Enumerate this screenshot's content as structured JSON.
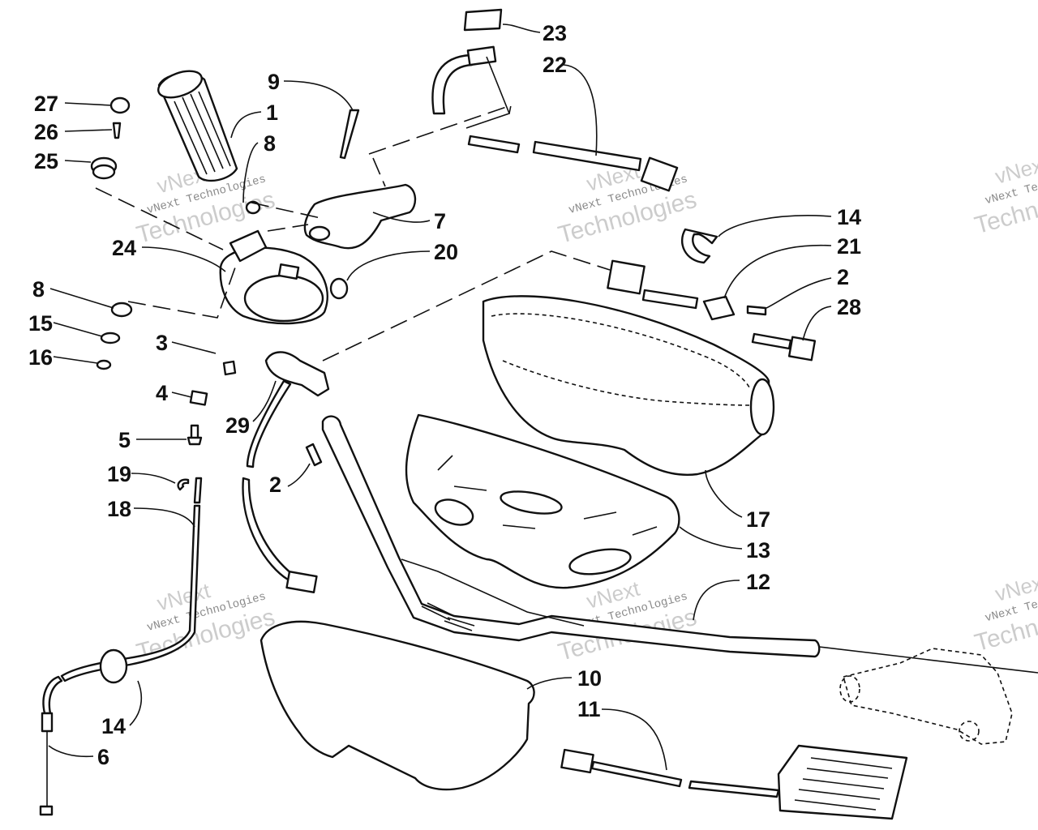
{
  "watermark": {
    "line1": "vNext",
    "line2": "vNext Technologies",
    "line3": "Technologies"
  },
  "callouts": [
    {
      "id": "c1",
      "text": "1"
    },
    {
      "id": "c2a",
      "text": "2"
    },
    {
      "id": "c2b",
      "text": "2"
    },
    {
      "id": "c3",
      "text": "3"
    },
    {
      "id": "c4",
      "text": "4"
    },
    {
      "id": "c5",
      "text": "5"
    },
    {
      "id": "c6",
      "text": "6"
    },
    {
      "id": "c7",
      "text": "7"
    },
    {
      "id": "c8a",
      "text": "8"
    },
    {
      "id": "c8b",
      "text": "8"
    },
    {
      "id": "c9",
      "text": "9"
    },
    {
      "id": "c10",
      "text": "10"
    },
    {
      "id": "c11",
      "text": "11"
    },
    {
      "id": "c12",
      "text": "12"
    },
    {
      "id": "c13",
      "text": "13"
    },
    {
      "id": "c14a",
      "text": "14"
    },
    {
      "id": "c14b",
      "text": "14"
    },
    {
      "id": "c15",
      "text": "15"
    },
    {
      "id": "c16",
      "text": "16"
    },
    {
      "id": "c17",
      "text": "17"
    },
    {
      "id": "c18",
      "text": "18"
    },
    {
      "id": "c19",
      "text": "19"
    },
    {
      "id": "c20",
      "text": "20"
    },
    {
      "id": "c21",
      "text": "21"
    },
    {
      "id": "c22",
      "text": "22"
    },
    {
      "id": "c23",
      "text": "23"
    },
    {
      "id": "c24",
      "text": "24"
    },
    {
      "id": "c25",
      "text": "25"
    },
    {
      "id": "c26",
      "text": "26"
    },
    {
      "id": "c27",
      "text": "27"
    },
    {
      "id": "c28",
      "text": "28"
    },
    {
      "id": "c29",
      "text": "29"
    }
  ]
}
